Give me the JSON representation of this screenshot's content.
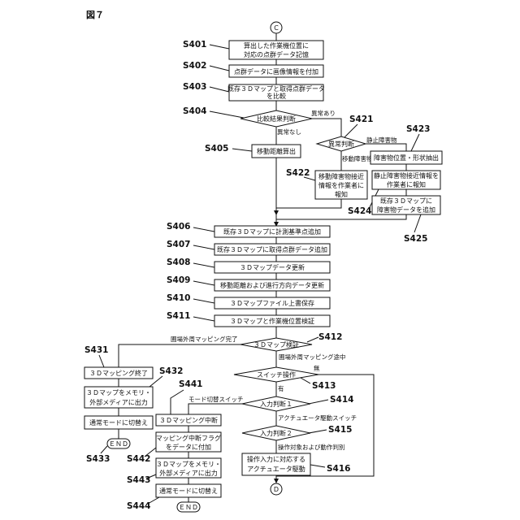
{
  "figure_label": "図７",
  "connectors": {
    "start": "C",
    "end": "D"
  },
  "steps": {
    "s401": {
      "label": "S401",
      "lines": [
        "算出した作業機位置に",
        "対応の点群データ記憶"
      ]
    },
    "s402": {
      "label": "S402",
      "lines": [
        "点群データに画像情報を付加"
      ]
    },
    "s403": {
      "label": "S403",
      "lines": [
        "既存３Ｄマップと取得点群データ",
        "を比較"
      ]
    },
    "s404": {
      "label": "S404",
      "lines": [
        "比較結果判断"
      ]
    },
    "s405": {
      "label": "S405",
      "lines": [
        "移動距離算出"
      ]
    },
    "s421": {
      "label": "S421",
      "lines": [
        "異常判断"
      ]
    },
    "s422": {
      "label": "S422",
      "lines": [
        "移動障害物接近",
        "情報を作業者に",
        "報知"
      ]
    },
    "s423": {
      "label": "S423",
      "lines": [
        "障害物位置・形状抽出"
      ]
    },
    "s424": {
      "label": "S424",
      "lines": [
        "静止障害物接近情報を",
        "作業者に報知"
      ]
    },
    "s425": {
      "label": "S425",
      "lines": [
        "既存３Ｄマップに",
        "障害物データを追加"
      ]
    },
    "s406": {
      "label": "S406",
      "lines": [
        "既存３Ｄマップに計測基準点追加"
      ]
    },
    "s407": {
      "label": "S407",
      "lines": [
        "既存３Ｄマップに取得点群データ追加"
      ]
    },
    "s408": {
      "label": "S408",
      "lines": [
        "３Ｄマップデータ更新"
      ]
    },
    "s409": {
      "label": "S409",
      "lines": [
        "移動距離および進行方向データ更新"
      ]
    },
    "s410": {
      "label": "S410",
      "lines": [
        "３Ｄマップファイル上書保存"
      ]
    },
    "s411": {
      "label": "S411",
      "lines": [
        "３Ｄマップと作業機位置検証"
      ]
    },
    "s412": {
      "label": "S412",
      "lines": [
        "３Ｄマップ検証"
      ]
    },
    "s413": {
      "label": "S413",
      "lines": [
        "スイッチ操作"
      ]
    },
    "s414": {
      "label": "S414",
      "lines": [
        "入力判断１"
      ]
    },
    "s415": {
      "label": "S415",
      "lines": [
        "入力判断２"
      ]
    },
    "s416": {
      "label": "S416",
      "lines": [
        "操作入力に対応する",
        "アクチュエータ駆動"
      ]
    },
    "s431": {
      "label": "S431",
      "lines": [
        "３Ｄマッピング終了"
      ]
    },
    "s432": {
      "label": "S432",
      "lines": [
        "３Ｄマップをメモリ・",
        "外部メディアに出力"
      ]
    },
    "s433": {
      "label": "S433",
      "lines": [
        "通常モードに切替え"
      ]
    },
    "s441": {
      "label": "S441",
      "lines": [
        "３Ｄマッピング中断"
      ]
    },
    "s442": {
      "label": "S442",
      "lines": [
        "マッピング中断フラグ",
        "をデータに付加"
      ]
    },
    "s443": {
      "label": "S443",
      "lines": [
        "３Ｄマップをメモリ・",
        "外部メディアに出力"
      ]
    },
    "s444": {
      "label": "S444",
      "lines": [
        "通常モードに切替え"
      ]
    }
  },
  "terminals": {
    "end1": "ＥＮＤ",
    "end2": "ＥＮＤ"
  },
  "annotations": {
    "abnormal": "異常あり",
    "no_abnormal": "異常なし",
    "static_obstacle": "静止障害物",
    "moving_obstacle": "移動障害物",
    "mapping_complete": "圃場外周マッピング完了",
    "mapping_in_progress": "圃場外周マッピング途中",
    "no": "無",
    "yes": "有",
    "mode_switch": "モード切替スイッチ",
    "actuator_switch": "アクチュエータ駆動スイッチ",
    "operation_target": "操作対象および動作判別"
  }
}
